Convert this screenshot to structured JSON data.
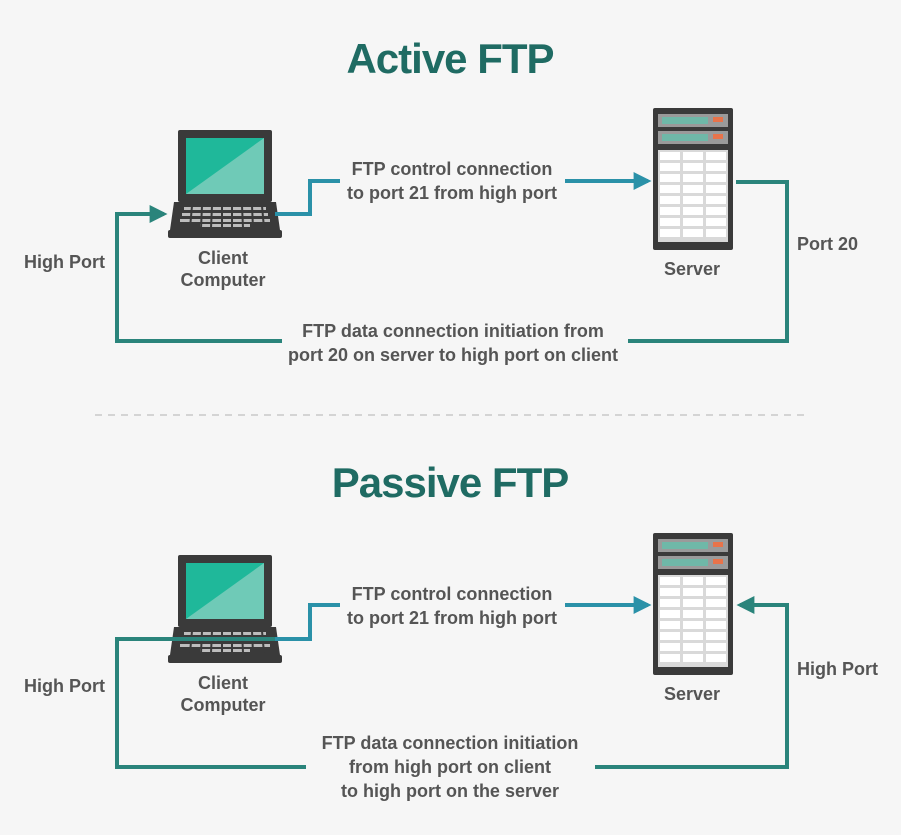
{
  "sections": [
    {
      "title": "Active FTP",
      "client_label": [
        "Client",
        "Computer"
      ],
      "server_label": "Server",
      "control_label": [
        "FTP control connection",
        "to port 21 from high port"
      ],
      "data_label": [
        "FTP data connection initiation from",
        "port 20 on server to high port on client"
      ],
      "left_port_label": "High Port",
      "right_port_label": "Port 20"
    },
    {
      "title": "Passive FTP",
      "client_label": [
        "Client",
        "Computer"
      ],
      "server_label": "Server",
      "control_label": [
        "FTP control connection",
        "to port 21 from high port"
      ],
      "data_label": [
        "FTP data connection initiation",
        "from high port on client",
        "to high port on the server"
      ],
      "left_port_label": "High Port",
      "right_port_label": "High Port"
    }
  ],
  "colors": {
    "title": "#1f6b63",
    "flow_line": "#2a847b",
    "control_line": "#2a91a8",
    "screen": "#1fb89a",
    "text": "#555555"
  }
}
